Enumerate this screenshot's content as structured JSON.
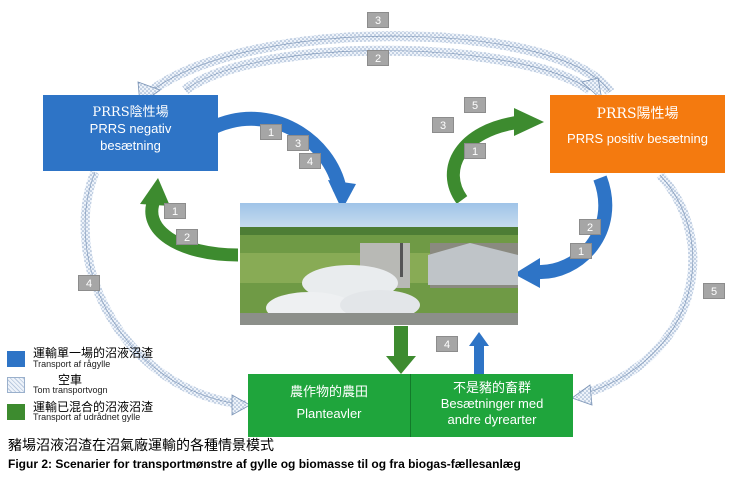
{
  "boxes": {
    "negative": {
      "zh": "PRRS陰性場",
      "da": "PRRS negativ besætning",
      "color": "#2e74c6"
    },
    "positive": {
      "zh": "PRRS陽性場",
      "da": "PRRS positiv  besætning",
      "color": "#f47a0f"
    },
    "plant": {
      "zh": "農作物的農田",
      "da": "Planteavler",
      "color": "#1fa53c"
    },
    "other": {
      "zh": "不是豬的畜群",
      "da": "Besætninger med andre dyrearter",
      "color": "#1fa53c"
    }
  },
  "badges": {
    "top_3": "3",
    "top_2": "2",
    "pos_5": "5",
    "pos_3": "3",
    "pos_1": "1",
    "neg_1": "1",
    "neg_3": "3",
    "neg_4": "4",
    "left_1": "1",
    "left_2": "2",
    "right_2": "2",
    "right_1": "1",
    "far_left_4": "4",
    "far_right_5": "5",
    "center_4": "4"
  },
  "legend": [
    {
      "zh": "運輸單一場的沼液沼渣",
      "da": "Transport af rågylle",
      "type": "blue",
      "color": "#2e74c6"
    },
    {
      "zh": "空車",
      "da": "Tom transportvogn",
      "type": "empty",
      "color": "#dce6f2"
    },
    {
      "zh": "運輸已混合的沼液沼渣",
      "da": "Transport af udrådnet gylle",
      "type": "green",
      "color": "#3d8b2f"
    }
  ],
  "caption": {
    "zh": "豬場沼液沼渣在沼氣廠運輸的各種情景模式",
    "da": "Figur 2: Scenarier for transportmønstre af gylle og biomasse til og fra biogas-fællesanlæg"
  },
  "icons": [
    "biogas-plant-photo",
    "curved-arrow-blue",
    "curved-arrow-green",
    "empty-vehicle-arrow"
  ]
}
